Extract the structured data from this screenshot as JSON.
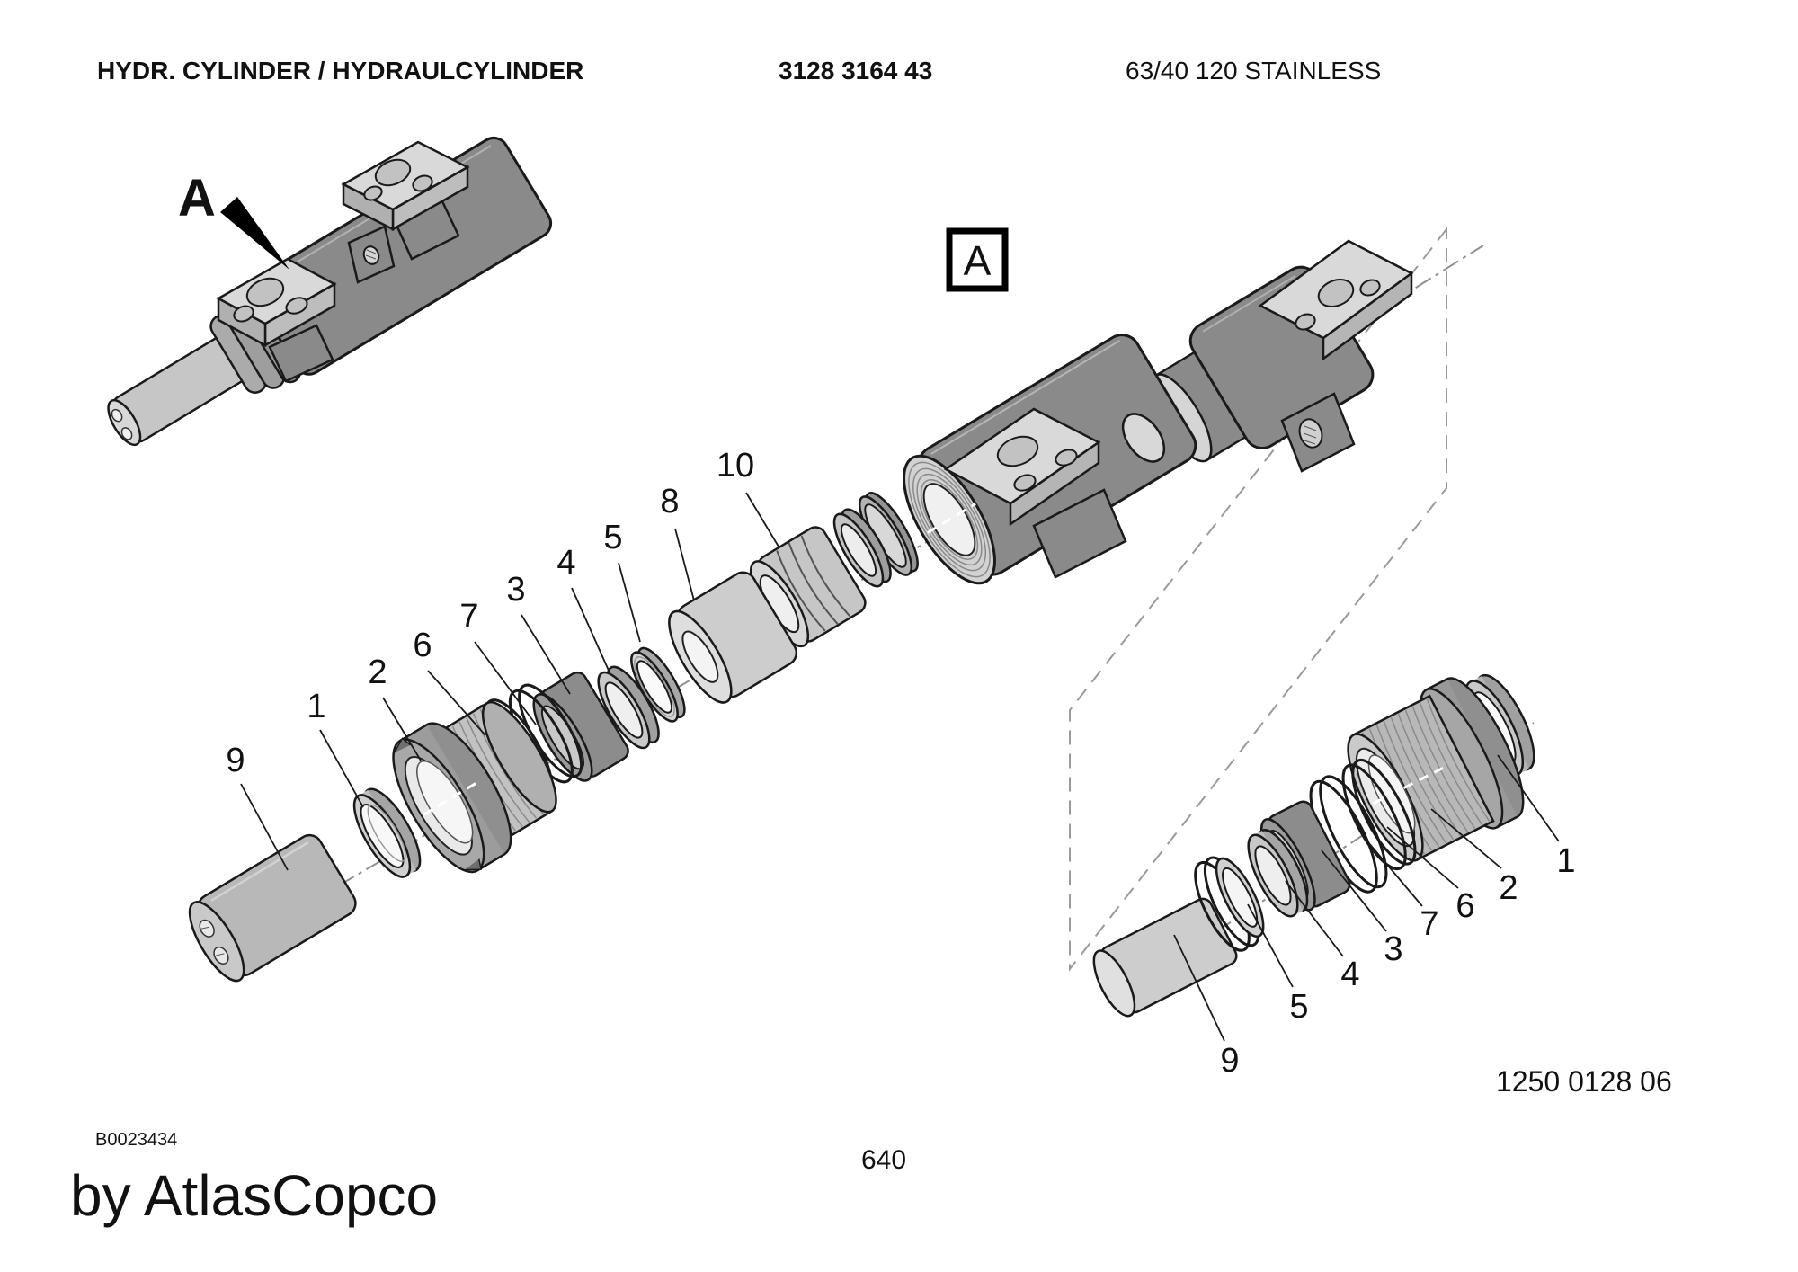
{
  "header": {
    "title": "HYDR. CYLINDER / HYDRAULCYLINDER",
    "part_number": "3128 3164 43",
    "variant": "63/40 120 STAINLESS"
  },
  "assembled_view": {
    "label": "A"
  },
  "section_view": {
    "box_label": "A",
    "drawing_number": "1250 0128 06"
  },
  "main_view": {
    "callouts": [
      "9",
      "1",
      "2",
      "6",
      "7",
      "3",
      "4",
      "5",
      "8",
      "10"
    ]
  },
  "detail_view": {
    "callouts": [
      "9",
      "5",
      "4",
      "3",
      "7",
      "6",
      "2",
      "1"
    ]
  },
  "footer": {
    "document_number": "B0023434",
    "brand": "by AtlasCopco",
    "page": "640"
  },
  "colors": {
    "body_dark": "#8a8a8a",
    "plate_light": "#d9d9d9",
    "part_light": "#c9c9c9",
    "white_face": "#f5f5f5"
  }
}
